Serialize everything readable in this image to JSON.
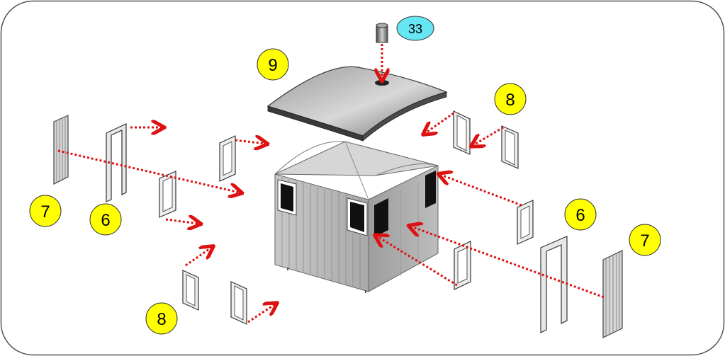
{
  "callouts": [
    {
      "label": "9",
      "color": "#ffff00"
    },
    {
      "label": "8",
      "color": "#ffff00"
    },
    {
      "label": "8",
      "color": "#ffff00"
    },
    {
      "label": "7",
      "color": "#ffff00"
    },
    {
      "label": "7",
      "color": "#ffff00"
    },
    {
      "label": "6",
      "color": "#ffff00"
    },
    {
      "label": "6",
      "color": "#ffff00"
    }
  ],
  "part_tag": {
    "label": "33",
    "color": "#66e6f2"
  },
  "colors": {
    "arrow": "#dd1111",
    "frame": "#555555",
    "body": "#b5b5b5",
    "roof": "#6f6f6f"
  }
}
